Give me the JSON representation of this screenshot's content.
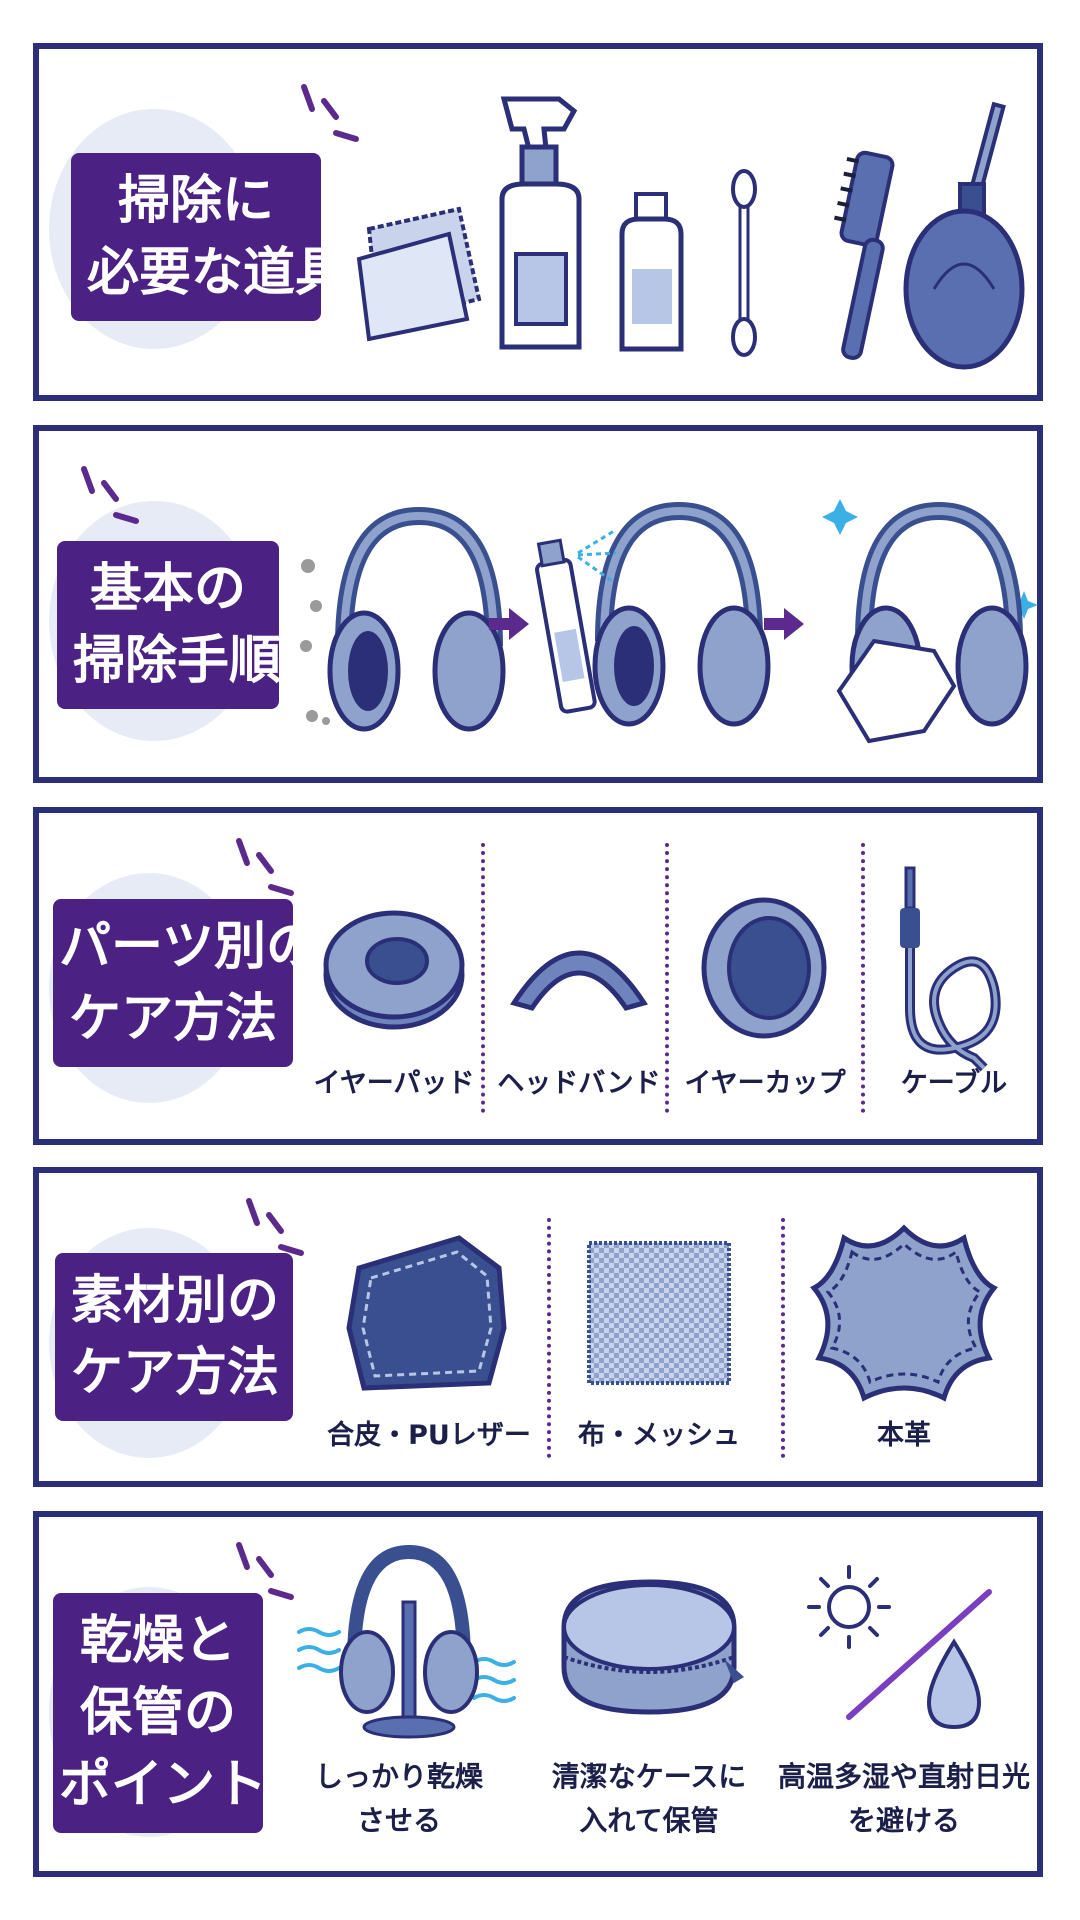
{
  "colors": {
    "frame": "#2a2f78",
    "tag": "#4b2283",
    "item_fill": "#8ea2cc",
    "item_dark": "#3a4f8f",
    "accent": "#7a3fc0",
    "sparkle": "#3bb0e6"
  },
  "sections": [
    {
      "title_lines": [
        "掃除に",
        "必要な道具"
      ],
      "icons": [
        "cleaning-cloth-icon",
        "spray-bottle-icon",
        "cleaner-bottle-icon",
        "cotton-swab-icon",
        "brush-icon",
        "air-blower-icon"
      ]
    },
    {
      "title_lines": [
        "基本の",
        "掃除手順"
      ],
      "steps": [
        "dusty-headphones-icon",
        "arrow-right-icon",
        "spray-headphones-icon",
        "arrow-right-icon",
        "wipe-headphones-icon"
      ]
    },
    {
      "title_lines": [
        "パーツ別の",
        "ケア方法"
      ],
      "parts": [
        {
          "label": "イヤーパッド",
          "icon": "ear-pad-icon"
        },
        {
          "label": "ヘッドバンド",
          "icon": "headband-icon"
        },
        {
          "label": "イヤーカップ",
          "icon": "ear-cup-icon"
        },
        {
          "label": "ケーブル",
          "icon": "cable-icon"
        }
      ]
    },
    {
      "title_lines": [
        "素材別の",
        "ケア方法"
      ],
      "materials": [
        {
          "label": "合皮・PUレザー",
          "icon": "pu-leather-icon"
        },
        {
          "label": "布・メッシュ",
          "icon": "mesh-fabric-icon"
        },
        {
          "label": "本革",
          "icon": "genuine-leather-icon"
        }
      ]
    },
    {
      "title_lines": [
        "乾燥と",
        "保管の",
        "ポイント"
      ],
      "tips": [
        {
          "lines": [
            "しっかり乾燥",
            "させる"
          ],
          "icon": "headphone-stand-icon"
        },
        {
          "lines": [
            "清潔なケースに",
            "入れて保管"
          ],
          "icon": "storage-case-icon"
        },
        {
          "lines": [
            "高温多湿や直射日光",
            "を避ける"
          ],
          "icon": "no-sun-no-water-icon"
        }
      ]
    }
  ]
}
